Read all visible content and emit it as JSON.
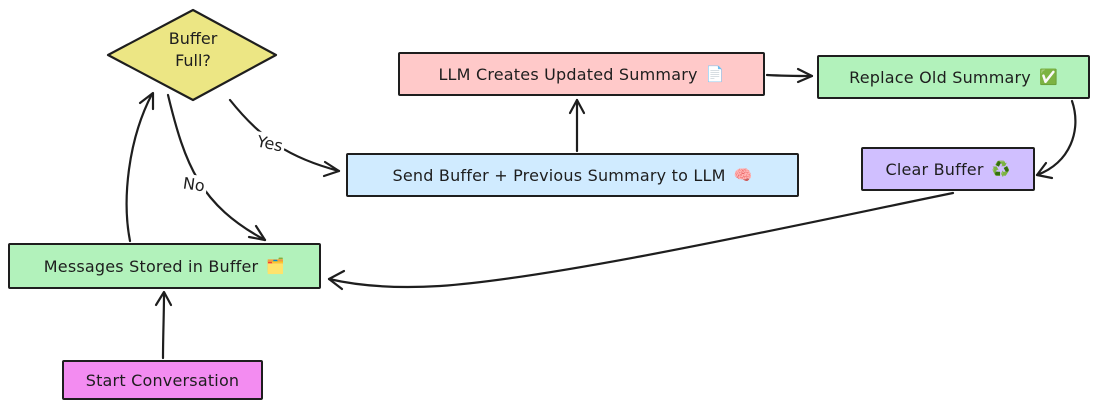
{
  "nodes": {
    "start": {
      "label": "Start Conversation",
      "emoji": ""
    },
    "buffer": {
      "label": "Messages Stored in Buffer",
      "emoji": "🗂️"
    },
    "decision": {
      "line1": "Buffer",
      "line2": "Full?"
    },
    "send": {
      "label": "Send Buffer + Previous Summary to LLM",
      "emoji": "🧠"
    },
    "llm": {
      "label": "LLM Creates Updated Summary",
      "emoji": "📄"
    },
    "replace": {
      "label": "Replace Old Summary",
      "emoji": "✅"
    },
    "clear": {
      "label": "Clear Buffer",
      "emoji": "♻️"
    }
  },
  "edges": {
    "yes_label": "Yes",
    "no_label": "No"
  },
  "colors": {
    "start": "#f38cf1",
    "buffer": "#b2f2bb",
    "decision": "#ece684",
    "send": "#d0ebff",
    "llm": "#ffc9c9",
    "replace": "#b2f2bb",
    "clear": "#d0bfff",
    "stroke": "#1e1e1e"
  }
}
